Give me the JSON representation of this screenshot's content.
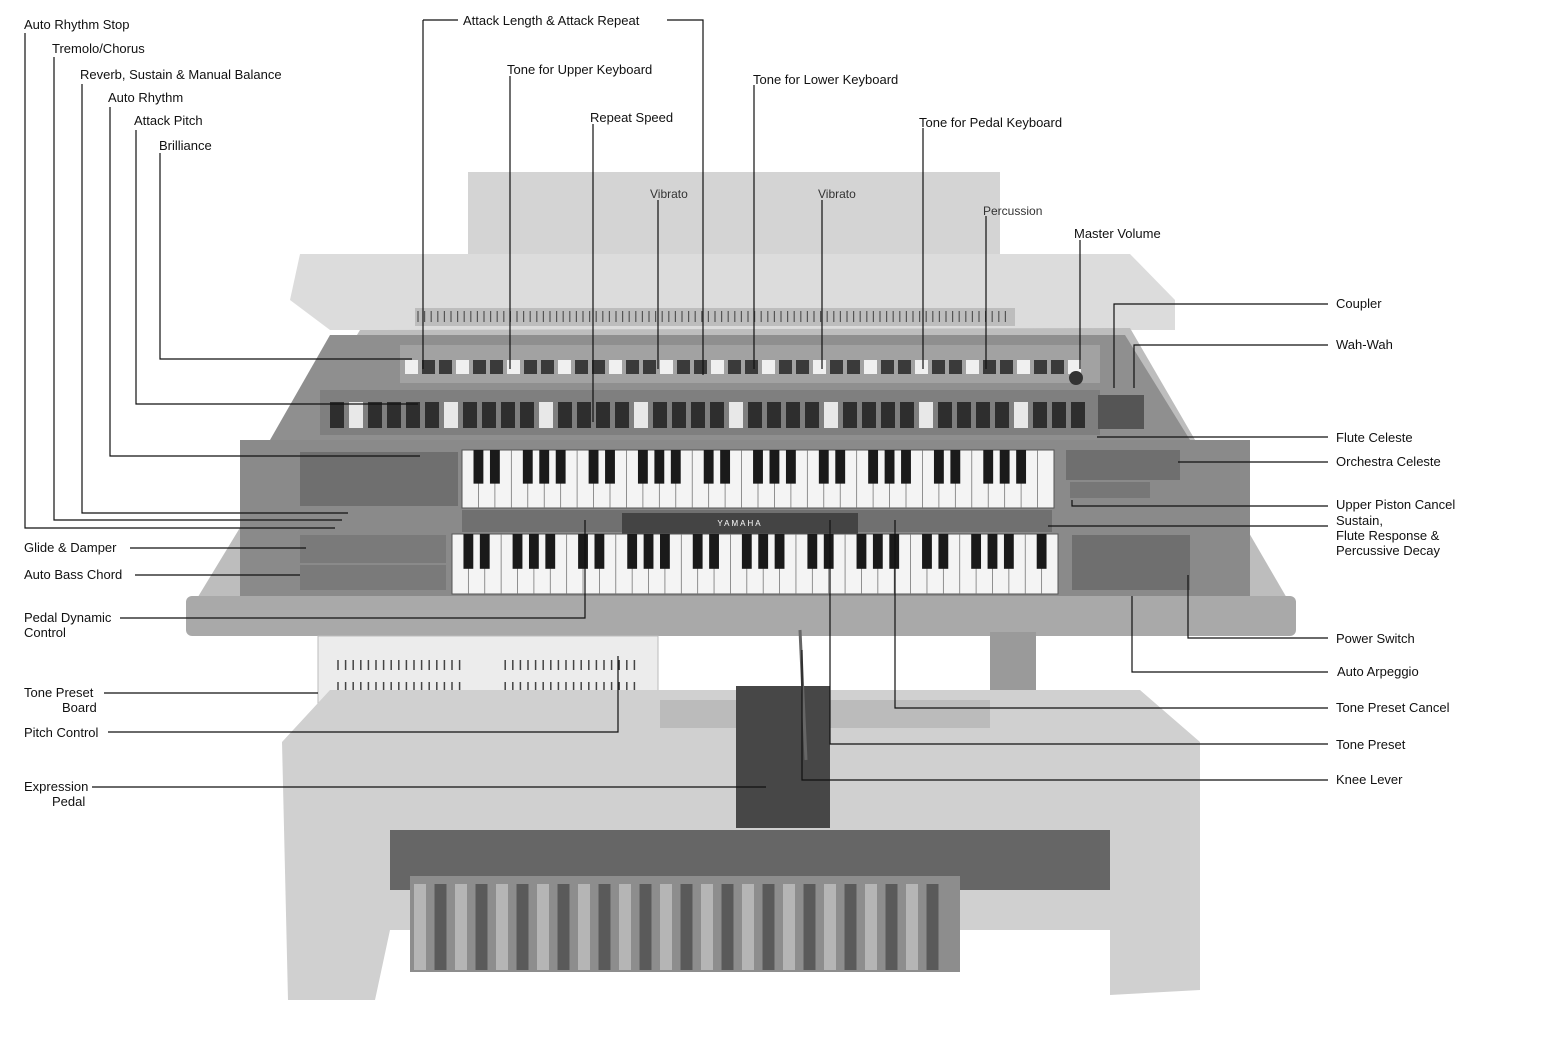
{
  "labels": {
    "auto_rhythm_stop": "Auto Rhythm Stop",
    "tremolo_chorus": "Tremolo/Chorus",
    "reverb_sustain": "Reverb, Sustain & Manual Balance",
    "auto_rhythm": "Auto Rhythm",
    "attack_pitch": "Attack Pitch",
    "brilliance": "Brilliance",
    "attack_length": "Attack Length & Attack Repeat",
    "tone_upper": "Tone for Upper Keyboard",
    "repeat_speed": "Repeat Speed",
    "tone_lower": "Tone for Lower Keyboard",
    "tone_pedal": "Tone for Pedal Keyboard",
    "vibrato_1": "Vibrato",
    "vibrato_2": "Vibrato",
    "percussion": "Percussion",
    "master_volume": "Master Volume",
    "coupler": "Coupler",
    "wah_wah": "Wah-Wah",
    "flute_celeste": "Flute Celeste",
    "orchestra_celeste": "Orchestra Celeste",
    "upper_piston_cancel": "Upper Piston Cancel",
    "sustain_line1": "Sustain,",
    "sustain_line2": "Flute Response &",
    "sustain_line3": "Percussive Decay",
    "power_switch": "Power Switch",
    "auto_arpeggio": "Auto Arpeggio",
    "tone_preset_cancel": "Tone Preset Cancel",
    "tone_preset": "Tone Preset",
    "knee_lever": "Knee Lever",
    "glide_damper": "Glide & Damper",
    "auto_bass_chord": "Auto Bass Chord",
    "pedal_dynamic_line1": "Pedal Dynamic",
    "pedal_dynamic_line2": "Control",
    "tone_preset_board_line1": "Tone Preset",
    "tone_preset_board_line2": "Board",
    "pitch_control": "Pitch Control",
    "expression_line1": "Expression",
    "expression_line2": "Pedal"
  },
  "brand": "YAMAHA",
  "colors": {
    "ink": "#111111",
    "panel": "#9a9a9a",
    "body": "#c8c8c8"
  }
}
